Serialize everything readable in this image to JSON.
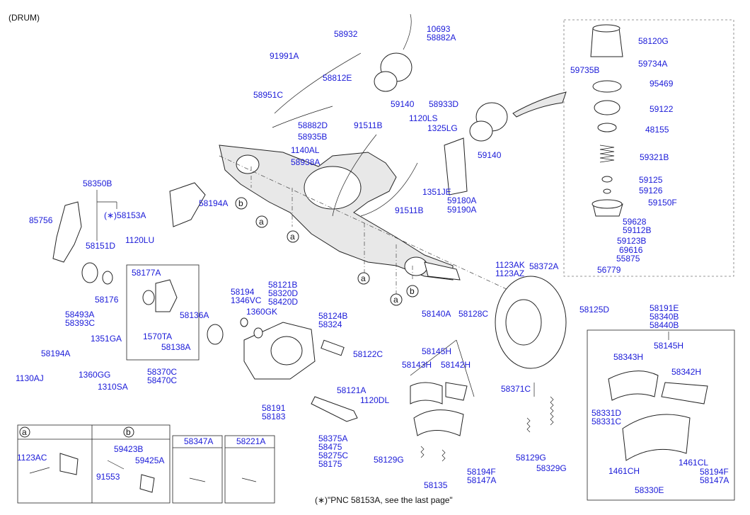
{
  "header": {
    "title": "(DRUM)"
  },
  "footnote": "(∗)\"PNC 58153A, see the last page\"",
  "refs": {
    "a": "a",
    "b": "b"
  },
  "labels": {
    "l58932": "58932",
    "l10693": "10693",
    "l58882A": "58882A",
    "l91991A": "91991A",
    "l58812E": "58812E",
    "l58951C": "58951C",
    "l59140a": "59140",
    "l58882D": "58882D",
    "l58935B": "58935B",
    "l91511Ba": "91511B",
    "l1140AL": "1140AL",
    "l58938A": "58938A",
    "l58933D": "58933D",
    "l1120LS": "1120LS",
    "l1325LG": "1325LG",
    "l59140b": "59140",
    "l1351JE": "1351JE",
    "l59180A": "59180A",
    "l59190A": "59190A",
    "l91511Bb": "91511B",
    "l58350B": "58350B",
    "l85756": "85756",
    "l58153A": "(∗)58153A",
    "l58194Aa": "58194A",
    "l58151D": "58151D",
    "l1120LU": "1120LU",
    "l58177A": "58177A",
    "l58176": "58176",
    "l58493A": "58493A",
    "l58393C": "58393C",
    "l1351GA": "1351GA",
    "l58194Ab": "58194A",
    "l1360GG": "1360GG",
    "l1130AJ": "1130AJ",
    "l1310SA": "1310SA",
    "l1570TA": "1570TA",
    "l58138A": "58138A",
    "l58370C": "58370C",
    "l58470C": "58470C",
    "l58136A": "58136A",
    "l58194": "58194",
    "l1346VC": "1346VC",
    "l1360GK": "1360GK",
    "l58121B": "58121B",
    "l58320D": "58320D",
    "l58420D": "58420D",
    "l58124B": "58124B",
    "l58324": "58324",
    "l58122C": "58122C",
    "l58121A": "58121A",
    "l1120DL": "1120DL",
    "l58191": "58191",
    "l58183": "58183",
    "l58375A": "58375A",
    "l58475": "58475",
    "l58275C": "58275C",
    "l58175": "58175",
    "l58140A": "58140A",
    "l58128C": "58128C",
    "l58145Ha": "58145H",
    "l58143H": "58143H",
    "l58142Ha": "58142H",
    "l58129Ga": "58129G",
    "l58135": "58135",
    "l58194Fa": "58194F",
    "l58147Aa": "58147A",
    "l1123AK": "1123AK",
    "l1123AZ": "1123AZ",
    "l58372A": "58372A",
    "l58125D": "58125D",
    "l58371C": "58371C",
    "l58129Gb": "58129G",
    "l58329G": "58329G",
    "l58191E": "58191E",
    "l58340B": "58340B",
    "l58440B": "58440B",
    "l58145Hb": "58145H",
    "l58343H": "58343H",
    "l58342H": "58342H",
    "l58331D": "58331D",
    "l58331C": "58331C",
    "l1461CH": "1461CH",
    "l1461CL": "1461CL",
    "l58194Fb": "58194F",
    "l58147Ab": "58147A",
    "l58330E": "58330E",
    "l58120G": "58120G",
    "l59735B": "59735B",
    "l59734A": "59734A",
    "l95469": "95469",
    "l59122": "59122",
    "l48155": "48155",
    "l59321B": "59321B",
    "l59125": "59125",
    "l59126": "59126",
    "l59150F": "59150F",
    "l59628": "59628",
    "l59112B": "59112B",
    "l59123B": "59123B",
    "l69616": "69616",
    "l55875": "55875",
    "l56779": "56779",
    "l1123AC": "1123AC",
    "l59423B": "59423B",
    "l91553": "91553",
    "l59425A": "59425A",
    "l58347A": "58347A",
    "l58221A": "58221A"
  }
}
